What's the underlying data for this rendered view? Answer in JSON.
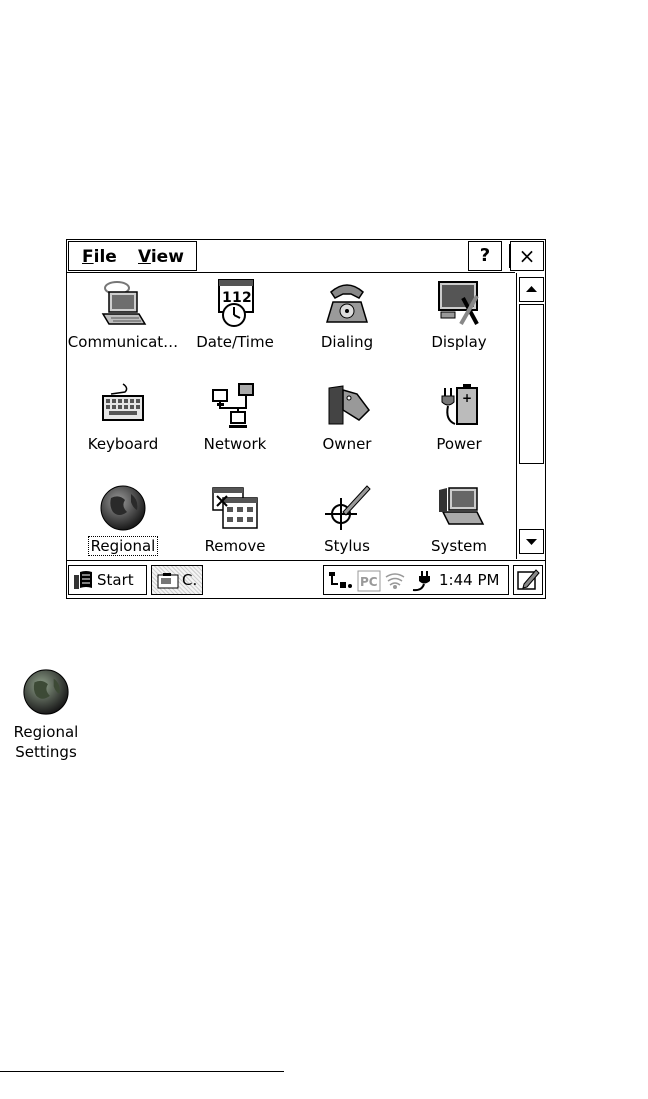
{
  "menu": {
    "file": {
      "accel": "F",
      "rest": "ile"
    },
    "view": {
      "accel": "V",
      "rest": "iew"
    }
  },
  "titlebar": {
    "help_label": "?",
    "close_label": "×"
  },
  "icons": [
    {
      "label": "Communicat…",
      "icon": "laptop-icon"
    },
    {
      "label": "Date/Time",
      "icon": "calendar-clock-icon"
    },
    {
      "label": "Dialing",
      "icon": "telephone-icon"
    },
    {
      "label": "Display",
      "icon": "display-icon"
    },
    {
      "label": "Keyboard",
      "icon": "keyboard-icon"
    },
    {
      "label": "Network",
      "icon": "network-icon"
    },
    {
      "label": "Owner",
      "icon": "owner-tag-icon"
    },
    {
      "label": "Power",
      "icon": "battery-plug-icon"
    },
    {
      "label": "Regional",
      "icon": "globe-icon",
      "focused": true
    },
    {
      "label": "Remove",
      "icon": "remove-programs-icon"
    },
    {
      "label": "Stylus",
      "icon": "stylus-target-icon"
    },
    {
      "label": "System",
      "icon": "system-icon"
    }
  ],
  "taskbar": {
    "start_label": "Start",
    "task_label": "C.",
    "clock": "1:44 PM"
  },
  "side_icon": {
    "line1": "Regional",
    "line2": "Settings"
  }
}
